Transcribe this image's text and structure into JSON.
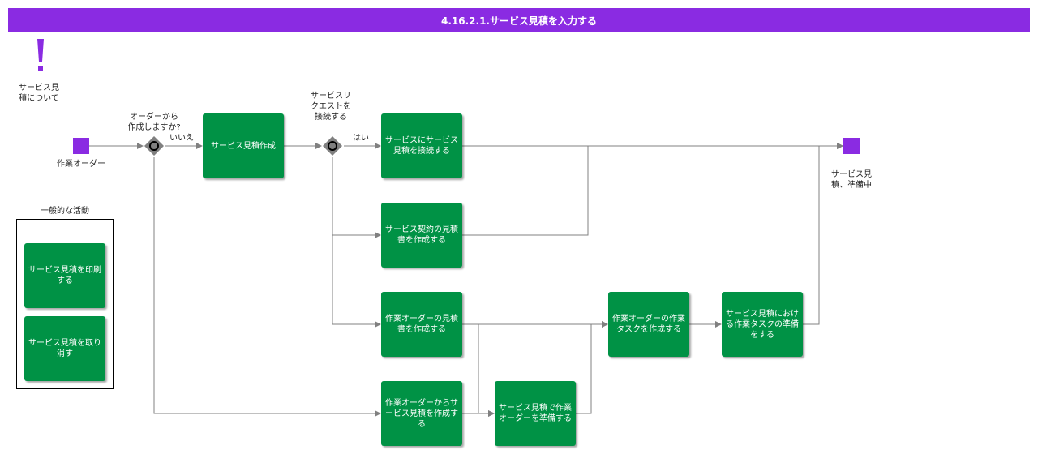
{
  "title": "4.16.2.1.サービス見積を入力する",
  "annotation": {
    "text": "サービス見\n積について",
    "icon": "exclamation-icon"
  },
  "start_event": {
    "label": "作業オーダー"
  },
  "end_event": {
    "label": "サービス見\n積、準備中"
  },
  "gateway1": {
    "label": "オーダーから\n作成しますか?",
    "no_label": "いいえ"
  },
  "gateway2": {
    "label": "サービスリ\nクエストを\n接続する",
    "yes_label": "はい"
  },
  "group": {
    "label": "一般的な活動"
  },
  "tasks": {
    "create_quote": "サービス見積作成",
    "connect_quote": "サービスにサービス見積を接続する",
    "contract_quote": "サービス契約の見積書を作成する",
    "wo_quote": "作業オーダーの見積書を作成する",
    "from_wo": "作業オーダーからサービス見積を作成する",
    "prepare_wo": "サービス見積で作業オーダーを準備する",
    "create_wo_task": "作業オーダーの作業タスクを作成する",
    "prepare_task": "サービス見積における作業タスクの準備をする",
    "print": "サービス見積を印刷する",
    "cancel": "サービス見積を取り消す"
  },
  "colors": {
    "header": "#8a2be2",
    "task": "#009245",
    "event": "#8a2be2",
    "gateway": "#808080",
    "edge": "#808080"
  }
}
